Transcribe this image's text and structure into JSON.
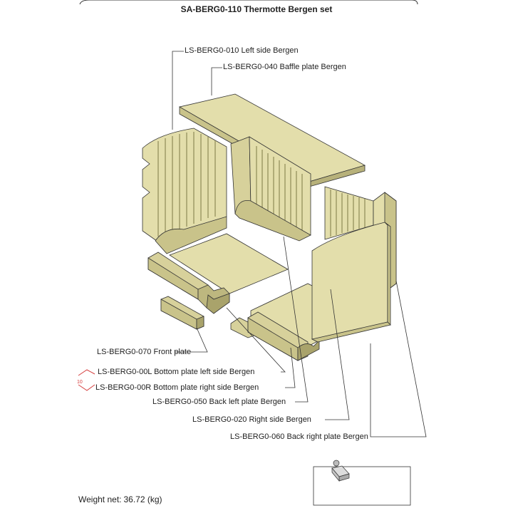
{
  "title": "SA-BERG0-110 Thermotte Bergen set",
  "labels": {
    "left_side": "LS-BERG0-010 Left side Bergen",
    "baffle": "LS-BERG0-040 Baffle plate Bergen",
    "front_plate": "LS-BERG0-070 Front plate",
    "bottom_left": "LS-BERG0-00L Bottom plate left side Bergen",
    "bottom_right": "LS-BERG0-00R Bottom plate right side Bergen",
    "back_left": "LS-BERG0-050 Back left plate Bergen",
    "right_side": "LS-BERG0-020 Right side Bergen",
    "back_right": "LS-BERG0-060 Back right plate Bergen"
  },
  "revision_mark": "10",
  "weight": {
    "label": "Weight net:",
    "value": "36.72 (kg)"
  },
  "colors": {
    "part_fill": "#e3deab",
    "part_shade": "#c9c38a",
    "part_dark": "#a9a36b",
    "line": "#333333",
    "revision": "#d64040"
  }
}
